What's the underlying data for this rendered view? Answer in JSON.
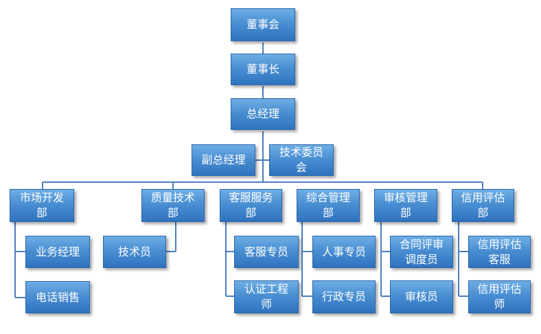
{
  "chart": {
    "nodes": {
      "board": "董事会",
      "chairman": "董事长",
      "gm": "总经理",
      "deputy_gm": "副总经理",
      "tech_committee": "技术委员\n会",
      "market_dept": "市场开发\n部",
      "quality_dept": "质量技术\n部",
      "service_dept": "客服服务\n部",
      "admin_dept": "综合管理\n部",
      "audit_dept": "审核管理\n部",
      "credit_dept": "信用评估\n部",
      "business_manager": "业务经理",
      "phone_sales": "电话销售",
      "technician": "技术员",
      "service_specialist": "客服专员",
      "cert_engineer": "认证工程\n师",
      "hr_specialist": "人事专员",
      "admin_specialist": "行政专员",
      "contract_scheduler": "合同评审\n调度员",
      "auditor": "审核员",
      "credit_service": "信用评估\n客服",
      "credit_analyst": "信用评估\n师"
    },
    "colors": {
      "line": "#4a7ec0",
      "node_border": "#2a66ab"
    }
  }
}
